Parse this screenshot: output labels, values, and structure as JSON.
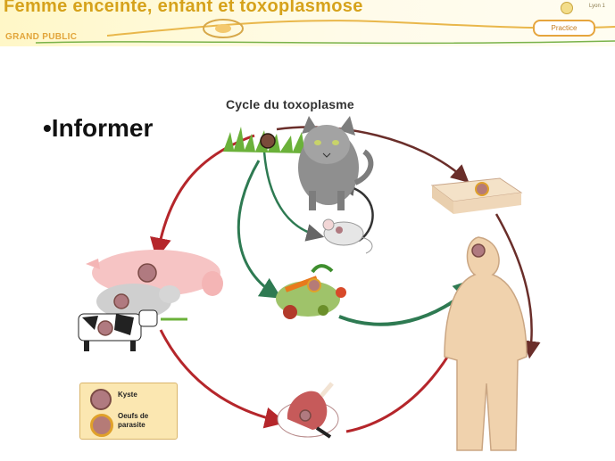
{
  "header": {
    "title": "Femme enceinte, enfant et toxoplasmose",
    "subtitle": "GRAND PUBLIC",
    "brand_label": "Lyon 1",
    "badge": "Practice"
  },
  "slide": {
    "bullet": "•Informer"
  },
  "diagram": {
    "title": "Cycle du toxoplasme",
    "legend": {
      "kyste": "Kyste",
      "oeufs": "Oeufs de parasite"
    }
  }
}
